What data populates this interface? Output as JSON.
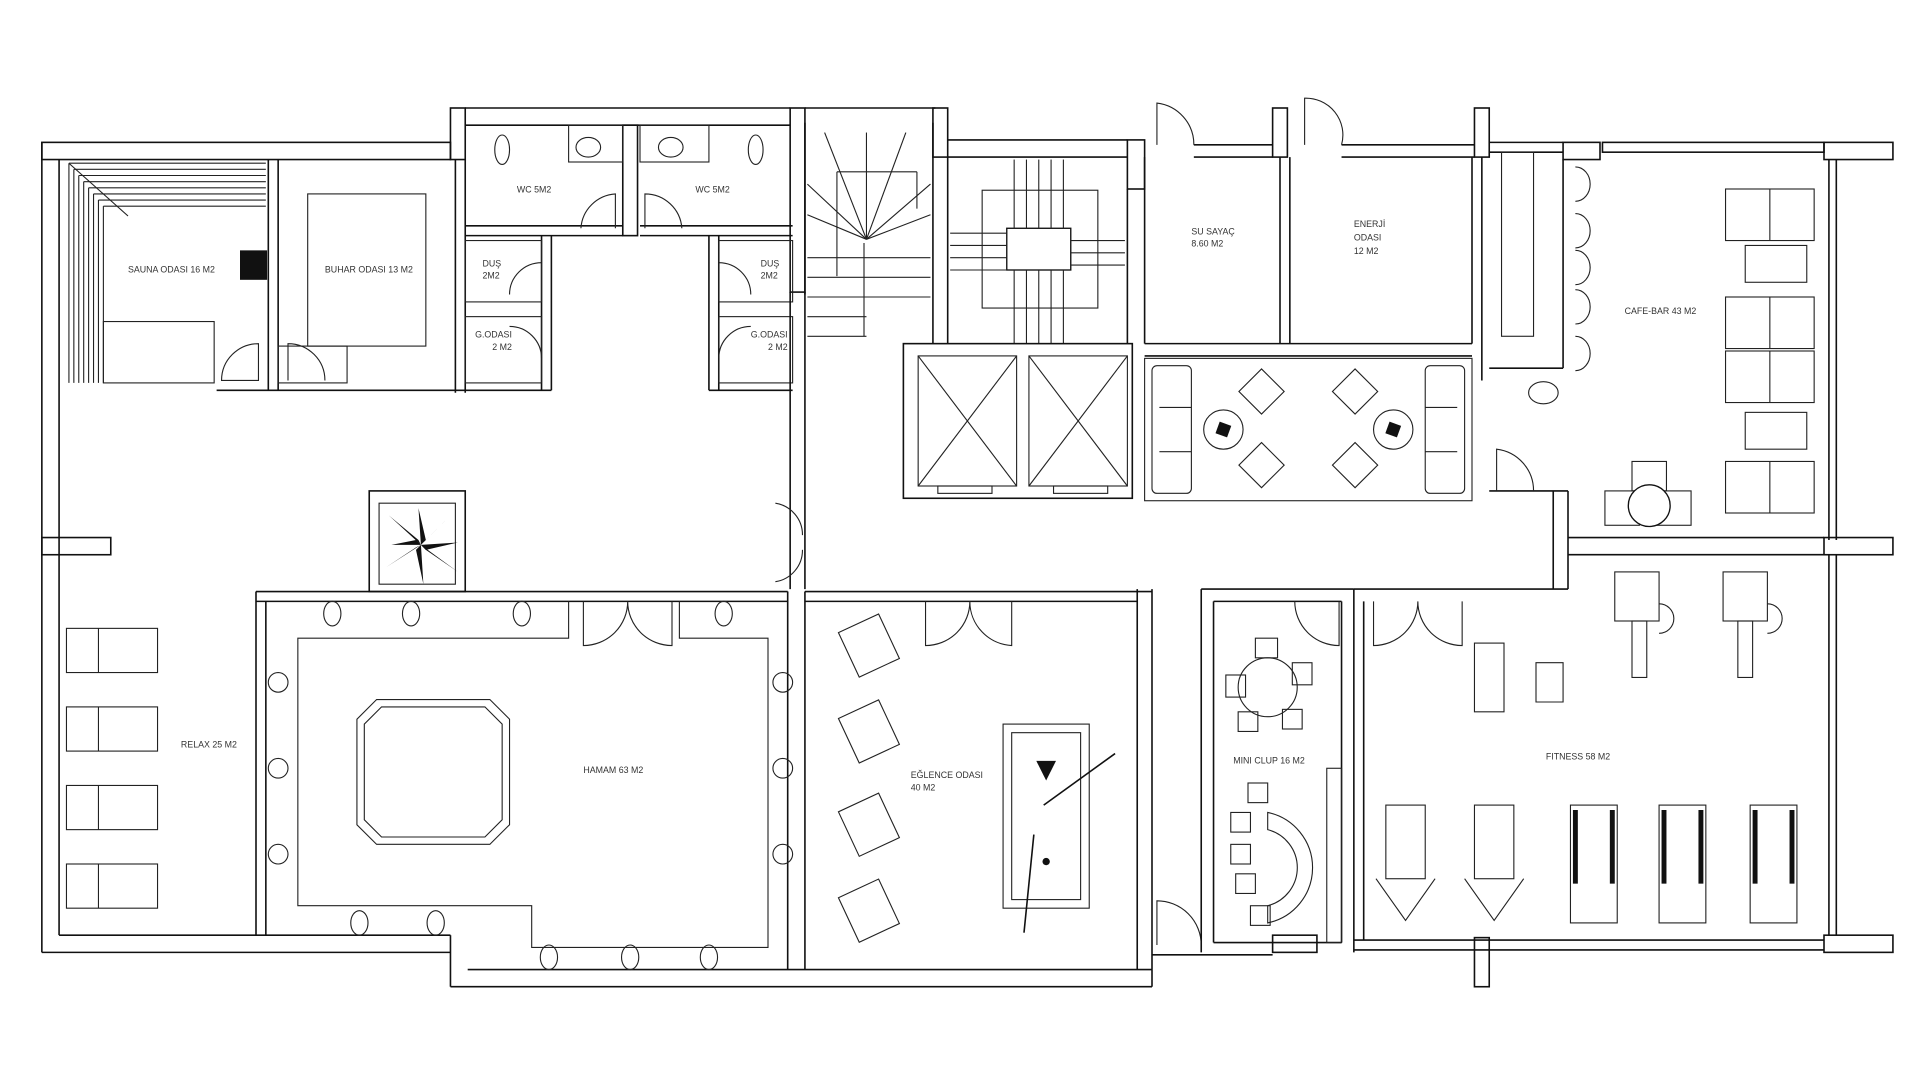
{
  "plan": {
    "type": "architectural floor plan",
    "unit": "M2",
    "rooms": [
      {
        "id": "sauna",
        "name": "SAUNA ODASI",
        "area": "16 M2",
        "label": "SAUNA ODASI 16 M2"
      },
      {
        "id": "buhar",
        "name": "BUHAR ODASI",
        "area": "13 M2",
        "label": "BUHAR ODASI 13 M2"
      },
      {
        "id": "wc_left",
        "name": "WC",
        "area": "5M2",
        "label": "WC 5M2"
      },
      {
        "id": "wc_right",
        "name": "WC",
        "area": "5M2",
        "label": "WC 5M2"
      },
      {
        "id": "dus_left",
        "name": "DUŞ",
        "area": "2M2",
        "line1": "DUŞ",
        "line2": "2M2"
      },
      {
        "id": "dus_right",
        "name": "DUŞ",
        "area": "2M2",
        "line1": "DUŞ",
        "line2": "2M2"
      },
      {
        "id": "godasi_left",
        "name": "G.ODASI",
        "area": "2 M2",
        "line1": "G.ODASI",
        "line2": "2 M2"
      },
      {
        "id": "godasi_right",
        "name": "G.ODASI",
        "area": "2 M2",
        "line1": "G.ODASI",
        "line2": "2 M2"
      },
      {
        "id": "su_sayac",
        "name": "SU SAYAÇ",
        "area": "8.60 M2",
        "line1": "SU SAYAÇ",
        "line2": "8.60 M2"
      },
      {
        "id": "enerji",
        "name": "ENERJİ ODASI",
        "area": "12 M2",
        "line1": "ENERJİ",
        "line2": "ODASI",
        "line3": "12 M2"
      },
      {
        "id": "cafe_bar",
        "name": "CAFE-BAR",
        "area": "43 M2",
        "label": "CAFE-BAR 43 M2"
      },
      {
        "id": "relax",
        "name": "RELAX",
        "area": "25 M2",
        "label": "RELAX 25 M2"
      },
      {
        "id": "hamam",
        "name": "HAMAM",
        "area": "63 M2",
        "label": "HAMAM 63 M2"
      },
      {
        "id": "eglence",
        "name": "EĞLENCE ODASI",
        "area": "40 M2",
        "line1": "EĞLENCE ODASI",
        "line2": "40 M2"
      },
      {
        "id": "mini_clup",
        "name": "MINI CLUP",
        "area": "16 M2",
        "label": "MINI CLUP 16 M2"
      },
      {
        "id": "fitness",
        "name": "FITNESS",
        "area": "58 M2",
        "label": "FITNESS 58 M2"
      }
    ],
    "furniture": {
      "sun_loungers": 4,
      "hamam_basins": 16,
      "armchairs_eglence": 4,
      "pool_table": 1,
      "mini_clup_chairs": 10,
      "bar_stools": 5,
      "cafe_sofas": 4,
      "cafe_tables": 2,
      "lounge_sofas": 2,
      "lounge_chairs": 4,
      "fitness_treadmills": 3,
      "fitness_machines": 6,
      "elevators": 2,
      "staircases": 2
    }
  }
}
